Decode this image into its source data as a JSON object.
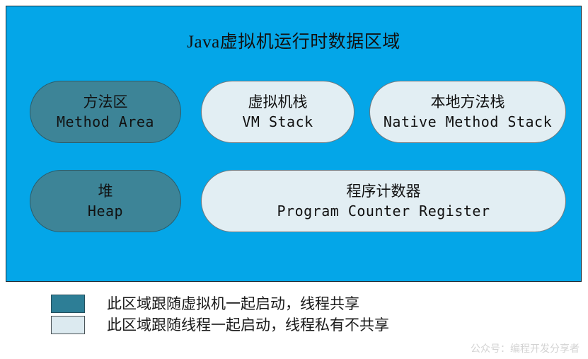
{
  "panel": {
    "title": "Java虚拟机运行时数据区域",
    "background_color": "#04a6e8",
    "border_color": "#1a2a33"
  },
  "legend_colors": {
    "shared_fill": "#3d8497",
    "private_fill": "#e2eef3"
  },
  "regions": [
    {
      "id": "method-area",
      "cn": "方法区",
      "en": "Method Area",
      "kind": "shared"
    },
    {
      "id": "vm-stack",
      "cn": "虚拟机栈",
      "en": "VM Stack",
      "kind": "private"
    },
    {
      "id": "native-method-stack",
      "cn": "本地方法栈",
      "en": "Native Method Stack",
      "kind": "private"
    },
    {
      "id": "heap",
      "cn": "堆",
      "en": "Heap",
      "kind": "shared"
    },
    {
      "id": "program-counter-register",
      "cn": "程序计数器",
      "en": "Program Counter Register",
      "kind": "private"
    }
  ],
  "legend": {
    "items": [
      {
        "swatch": "shared",
        "label": "此区域跟随虚拟机一起启动，线程共享"
      },
      {
        "swatch": "private",
        "label": "此区域跟随线程一起启动，线程私有不共享"
      }
    ]
  },
  "watermark": {
    "text": "公众号：编程开发分享者"
  }
}
